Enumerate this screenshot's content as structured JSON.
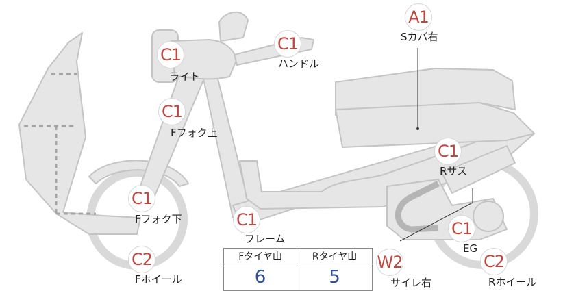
{
  "parts": {
    "seat_cover_right": {
      "grade": "A1",
      "label": "Sカバ右"
    },
    "light": {
      "grade": "C1",
      "label": "ライト"
    },
    "handle": {
      "grade": "C1",
      "label": "ハンドル"
    },
    "front_fork_upper": {
      "grade": "C1",
      "label": "Fフォク上"
    },
    "rear_suspension": {
      "grade": "C1",
      "label": "Rサス"
    },
    "front_fork_lower": {
      "grade": "C1",
      "label": "Fフォク下"
    },
    "frame": {
      "grade": "C1",
      "label": "フレーム"
    },
    "engine": {
      "grade": "C1",
      "label": "EG"
    },
    "front_wheel": {
      "grade": "C2",
      "label": "Fホイール"
    },
    "rear_wheel": {
      "grade": "C2",
      "label": "Rホイール"
    },
    "muffler_right": {
      "grade": "W2",
      "label": "サイレ右"
    }
  },
  "tire_tread": {
    "front_header": "Fタイヤ山",
    "rear_header": "Rタイヤ山",
    "front_value": "6",
    "rear_value": "5"
  },
  "colors": {
    "grade_text": "#c0473e",
    "tread_value": "#2f4f9a",
    "body_fill": "#e6e6e6",
    "body_stroke": "#c4c4c4"
  }
}
